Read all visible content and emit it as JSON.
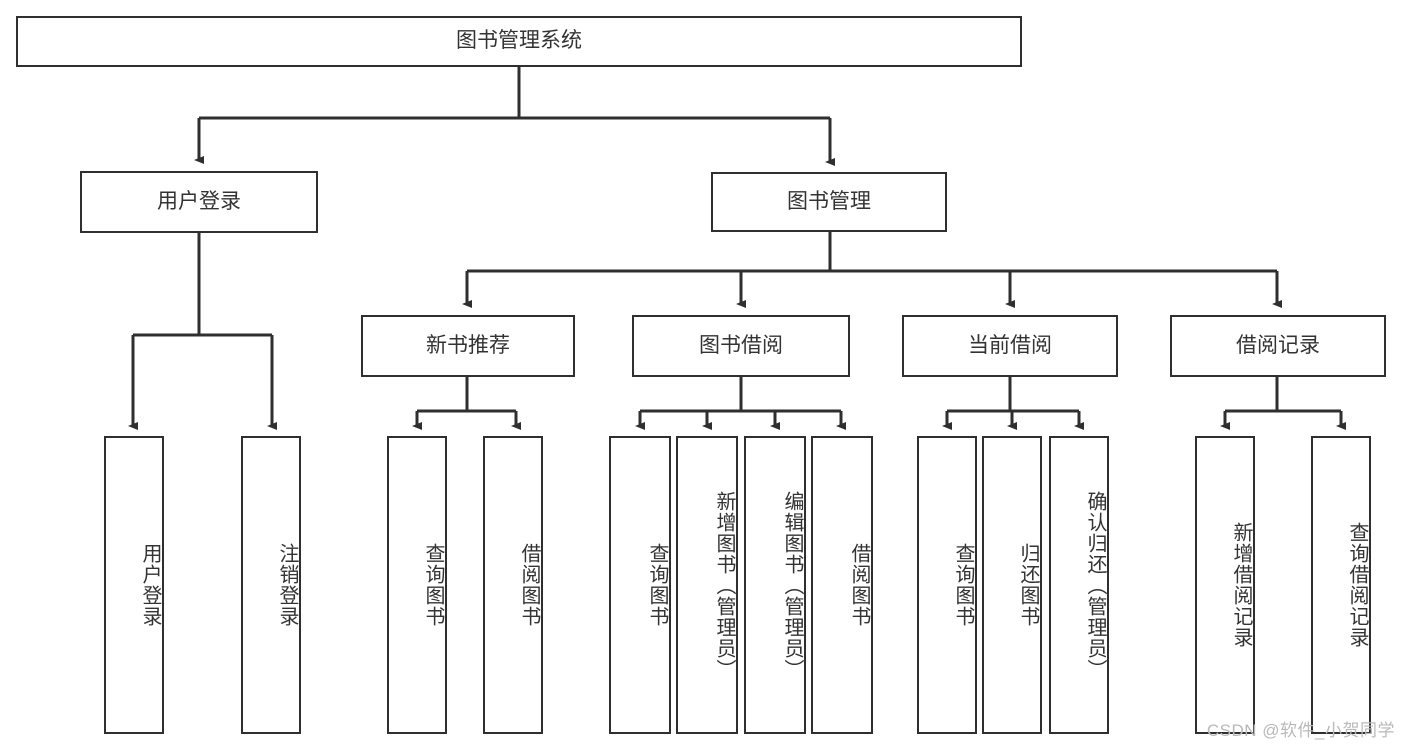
{
  "diagram": {
    "title": "图书管理系统",
    "type": "tree",
    "stroke_color": "#2f2f2f",
    "text_color": "#333333",
    "background": "#ffffff"
  },
  "nodes": {
    "root": {
      "label": "图书管理系统"
    },
    "level1": [
      {
        "label": "用户登录"
      },
      {
        "label": "图书管理"
      }
    ],
    "level2": [
      {
        "label": "新书推荐"
      },
      {
        "label": "图书借阅"
      },
      {
        "label": "当前借阅"
      },
      {
        "label": "借阅记录"
      }
    ],
    "leaves": {
      "user_login": [
        {
          "label": "用户登录"
        },
        {
          "label": "注销登录"
        }
      ],
      "new_book": [
        {
          "label": "查询图书"
        },
        {
          "label": "借阅图书"
        }
      ],
      "book_borrow": [
        {
          "label": "查询图书"
        },
        {
          "label": "新增图书（管理员）"
        },
        {
          "label": "编辑图书（管理员）"
        },
        {
          "label": "借阅图书"
        }
      ],
      "current_borrow": [
        {
          "label": "查询图书"
        },
        {
          "label": "归还图书"
        },
        {
          "label": "确认归还（管理员）"
        }
      ],
      "borrow_record": [
        {
          "label": "新增借阅记录"
        },
        {
          "label": "查询借阅记录"
        }
      ]
    }
  },
  "watermark": {
    "text": "CSDN @软件_小贺同学"
  }
}
